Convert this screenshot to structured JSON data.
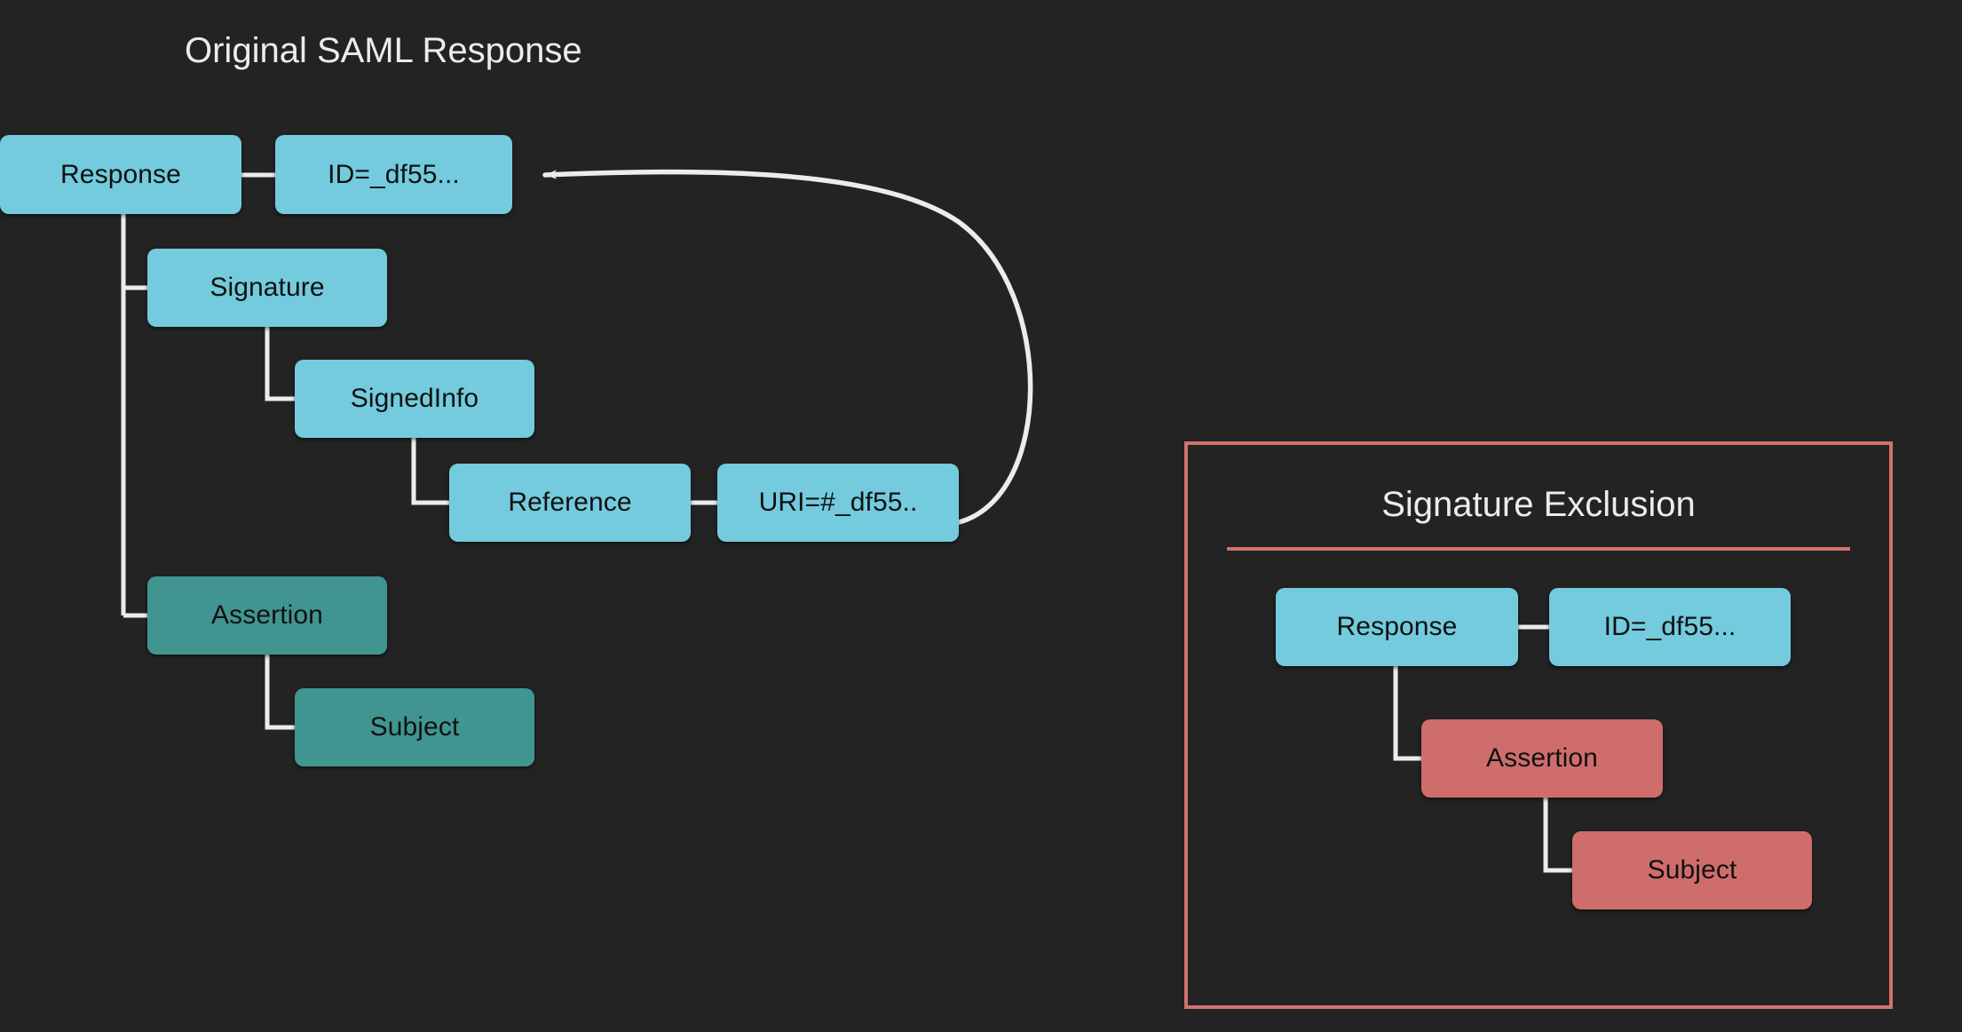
{
  "background_color": "#232323",
  "palette": {
    "blue": "#73cbdd",
    "teal": "#409590",
    "red": "#cf6d6d",
    "panel_border": "#d2716f",
    "connector": "#ececec",
    "title_text": "#ececec",
    "node_text": "#111111"
  },
  "left_diagram": {
    "title": "Original SAML Response",
    "nodes": [
      {
        "id": "response",
        "label": "Response",
        "color": "blue"
      },
      {
        "id": "id-attr",
        "label": "ID=_df55...",
        "color": "blue"
      },
      {
        "id": "signature",
        "label": "Signature",
        "color": "blue"
      },
      {
        "id": "signedinfo",
        "label": "SignedInfo",
        "color": "blue"
      },
      {
        "id": "reference",
        "label": "Reference",
        "color": "blue"
      },
      {
        "id": "uri-attr",
        "label": "URI=#_df55..",
        "color": "blue"
      },
      {
        "id": "assertion",
        "label": "Assertion",
        "color": "teal"
      },
      {
        "id": "subject",
        "label": "Subject",
        "color": "teal"
      }
    ],
    "edges": [
      {
        "from": "response",
        "to": "id-attr",
        "style": "straight"
      },
      {
        "from": "response",
        "to": "signature",
        "style": "elbow"
      },
      {
        "from": "response",
        "to": "assertion",
        "style": "elbow"
      },
      {
        "from": "signature",
        "to": "signedinfo",
        "style": "elbow"
      },
      {
        "from": "signedinfo",
        "to": "reference",
        "style": "elbow"
      },
      {
        "from": "reference",
        "to": "uri-attr",
        "style": "straight"
      },
      {
        "from": "uri-attr",
        "to": "id-attr",
        "style": "curved-arrow"
      },
      {
        "from": "assertion",
        "to": "subject",
        "style": "elbow"
      }
    ]
  },
  "right_panel": {
    "title": "Signature Exclusion",
    "nodes": [
      {
        "id": "response-2",
        "label": "Response",
        "color": "blue"
      },
      {
        "id": "id-attr-2",
        "label": "ID=_df55...",
        "color": "blue"
      },
      {
        "id": "assertion-2",
        "label": "Assertion",
        "color": "red"
      },
      {
        "id": "subject-2",
        "label": "Subject",
        "color": "red"
      }
    ],
    "edges": [
      {
        "from": "response-2",
        "to": "id-attr-2",
        "style": "straight"
      },
      {
        "from": "response-2",
        "to": "assertion-2",
        "style": "elbow"
      },
      {
        "from": "assertion-2",
        "to": "subject-2",
        "style": "elbow"
      }
    ]
  }
}
